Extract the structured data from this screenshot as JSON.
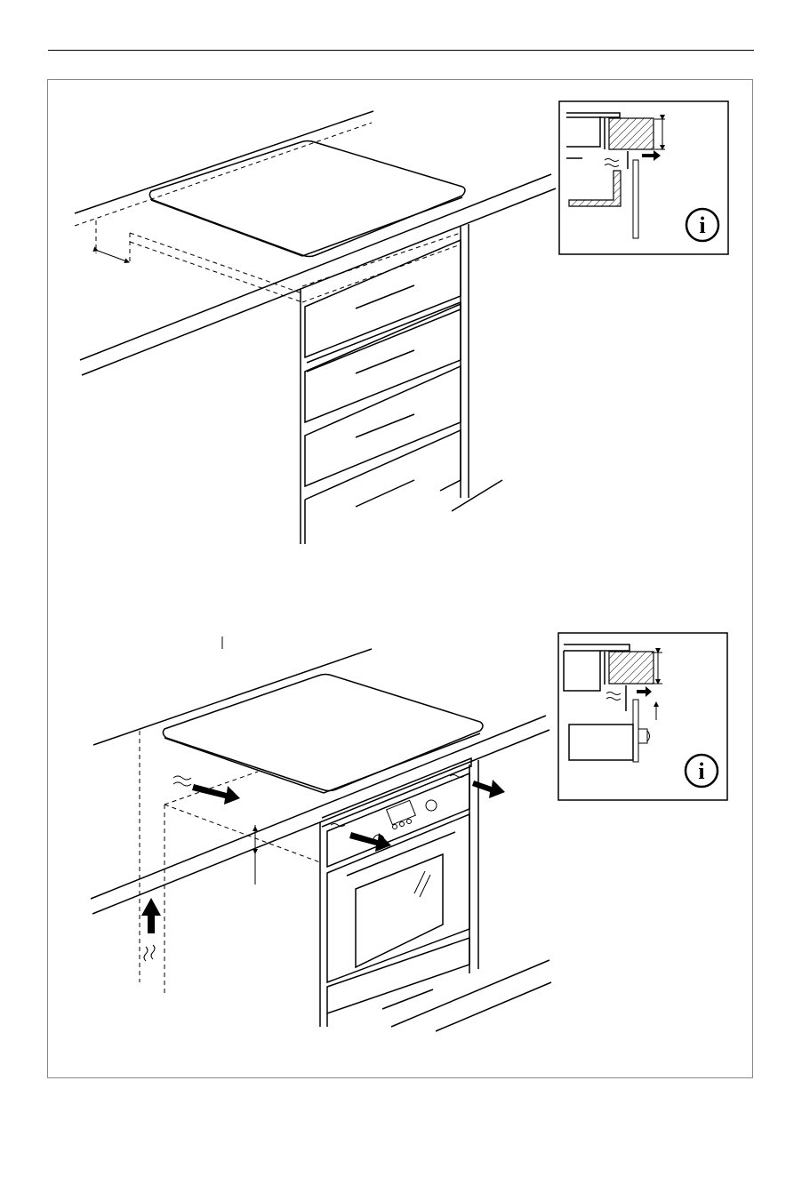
{
  "page": {
    "header_rule": true,
    "frame": true
  },
  "figures": [
    {
      "id": "hob-over-drawers",
      "info_symbol": "i",
      "info_icon": "information-icon"
    },
    {
      "id": "hob-over-oven",
      "info_symbol": "i",
      "info_icon": "information-icon"
    }
  ],
  "colors": {
    "line": "#000000",
    "frame": "#888888",
    "background": "#ffffff"
  }
}
